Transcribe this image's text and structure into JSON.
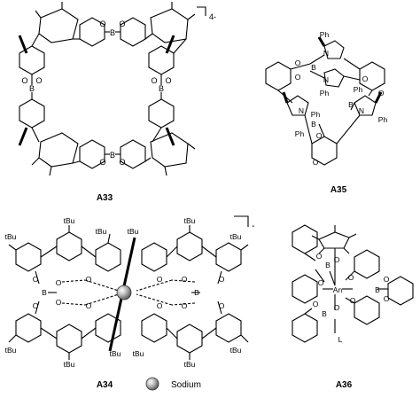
{
  "compounds": {
    "a33": {
      "label": "A33",
      "charge": "4-",
      "atoms": {
        "boron": "B",
        "oxygen": "O"
      }
    },
    "a35": {
      "label": "A35",
      "atoms": {
        "boron": "B",
        "oxygen": "O",
        "nitrogen": "N",
        "phenyl": "Ph"
      }
    },
    "a34": {
      "label": "A34",
      "charge": "-",
      "atoms": {
        "boron": "B",
        "oxygen": "O",
        "tbutyl": "tBu"
      },
      "legend": {
        "symbol": "sphere",
        "text": "Sodium"
      }
    },
    "a36": {
      "label": "A36",
      "atoms": {
        "boron": "B",
        "oxygen": "O",
        "actinide": "An",
        "ligand": "L"
      }
    }
  },
  "colors": {
    "ink": "#000000",
    "background": "#ffffff",
    "sphere": "#9a9a9a"
  }
}
